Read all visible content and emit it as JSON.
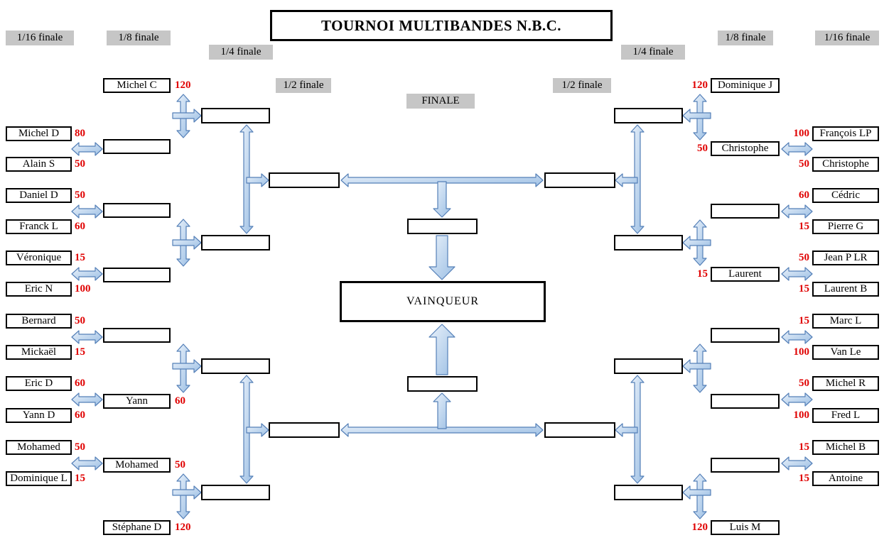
{
  "title": "TOURNOI MULTIBANDES N.B.C.",
  "winner_box": "VAINQUEUR",
  "round_labels": {
    "left_16": "1/16 finale",
    "left_8": "1/8 finale",
    "left_4": "1/4 finale",
    "left_2": "1/2 finale",
    "finale": "FINALE",
    "right_2": "1/2 finale",
    "right_4": "1/4 finale",
    "right_8": "1/8 finale",
    "right_16": "1/16 finale"
  },
  "left": {
    "r16": [
      {
        "name": "Michel D",
        "score": "80"
      },
      {
        "name": "Alain S",
        "score": "50"
      },
      {
        "name": "Daniel D",
        "score": "50"
      },
      {
        "name": "Franck L",
        "score": "60"
      },
      {
        "name": "Véronique",
        "score": "15"
      },
      {
        "name": "Eric N",
        "score": "100"
      },
      {
        "name": "Bernard",
        "score": "50"
      },
      {
        "name": "Mickaël",
        "score": "15"
      },
      {
        "name": "Eric D",
        "score": "60"
      },
      {
        "name": "Yann D",
        "score": "60"
      },
      {
        "name": "Mohamed",
        "score": "50"
      },
      {
        "name": "Dominique L",
        "score": "15"
      }
    ],
    "r8": [
      {
        "name": "Michel C",
        "score": "120"
      },
      {
        "name": "Yann",
        "score": "60"
      },
      {
        "name": "Mohamed",
        "score": "50"
      },
      {
        "name": "Stéphane D",
        "score": "120"
      }
    ]
  },
  "right": {
    "r16": [
      {
        "name": "François LP",
        "score": "100"
      },
      {
        "name": "Christophe",
        "score": "50"
      },
      {
        "name": "Cédric",
        "score": "60"
      },
      {
        "name": "Pierre G",
        "score": "15"
      },
      {
        "name": "Jean P LR",
        "score": "50"
      },
      {
        "name": "Laurent B",
        "score": "15"
      },
      {
        "name": "Marc L",
        "score": "15"
      },
      {
        "name": "Van Le",
        "score": "100"
      },
      {
        "name": "Michel R",
        "score": "50"
      },
      {
        "name": "Fred L",
        "score": "100"
      },
      {
        "name": "Michel B",
        "score": "15"
      },
      {
        "name": "Antoine",
        "score": "15"
      }
    ],
    "r8": [
      {
        "name": "Dominique J",
        "score": "120"
      },
      {
        "name": "Christophe",
        "score": "50"
      },
      {
        "name": "Laurent",
        "score": "15"
      },
      {
        "name": "Luis M",
        "score": "120"
      }
    ]
  }
}
